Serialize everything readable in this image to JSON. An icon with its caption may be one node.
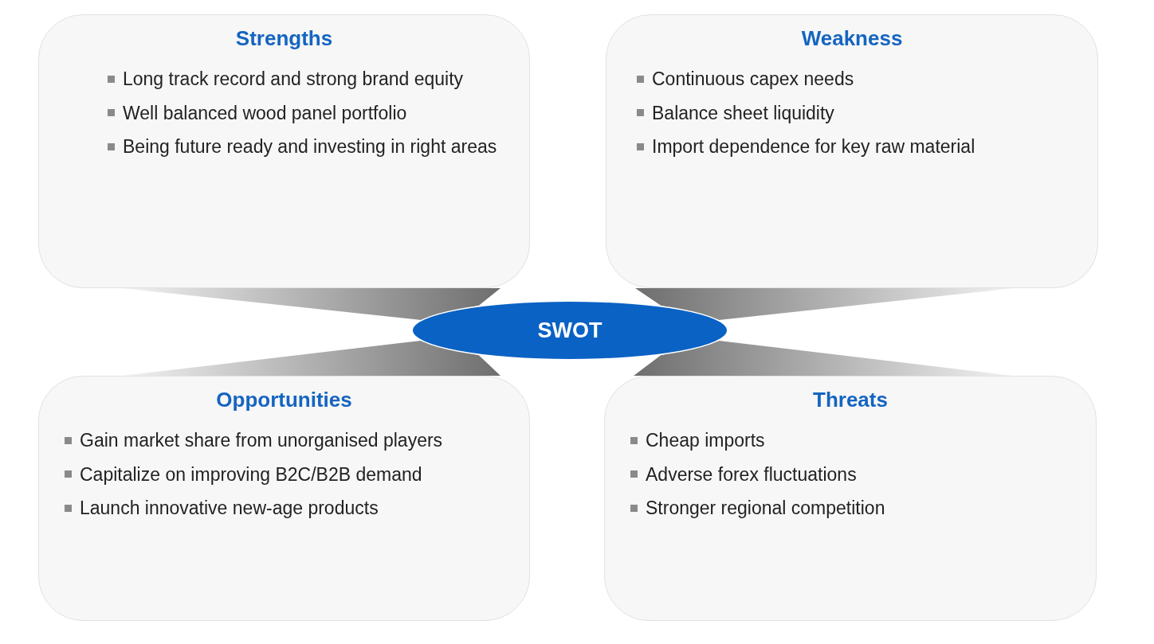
{
  "diagram": {
    "nodes": [
      {
        "text": [
          "Strengths",
          "Long track record and strong brand equity",
          "Well balanced wood panel portfolio",
          "Being future ready and investing in right areas"
        ]
      },
      {
        "text": [
          "Weakness",
          "Continuous capex needs",
          "Balance sheet liquidity",
          "Import dependence for key raw material"
        ]
      },
      {
        "text": [
          "SWOT"
        ]
      },
      {
        "text": [
          "Opportunities",
          "Gain market share from unorganised players",
          "Capitalize on improving B2C/B2B demand",
          "Launch innovative new-age products"
        ]
      },
      {
        "text": [
          "Threats",
          "Cheap imports",
          "Adverse forex fluctuations",
          "Stronger regional competition"
        ]
      }
    ],
    "edges": [
      {
        "from": 2,
        "to": 0,
        "arrow": "none"
      },
      {
        "from": 2,
        "to": 1,
        "arrow": "none"
      },
      {
        "from": 2,
        "to": 3,
        "arrow": "none"
      },
      {
        "from": 2,
        "to": 4,
        "arrow": "none"
      }
    ]
  }
}
